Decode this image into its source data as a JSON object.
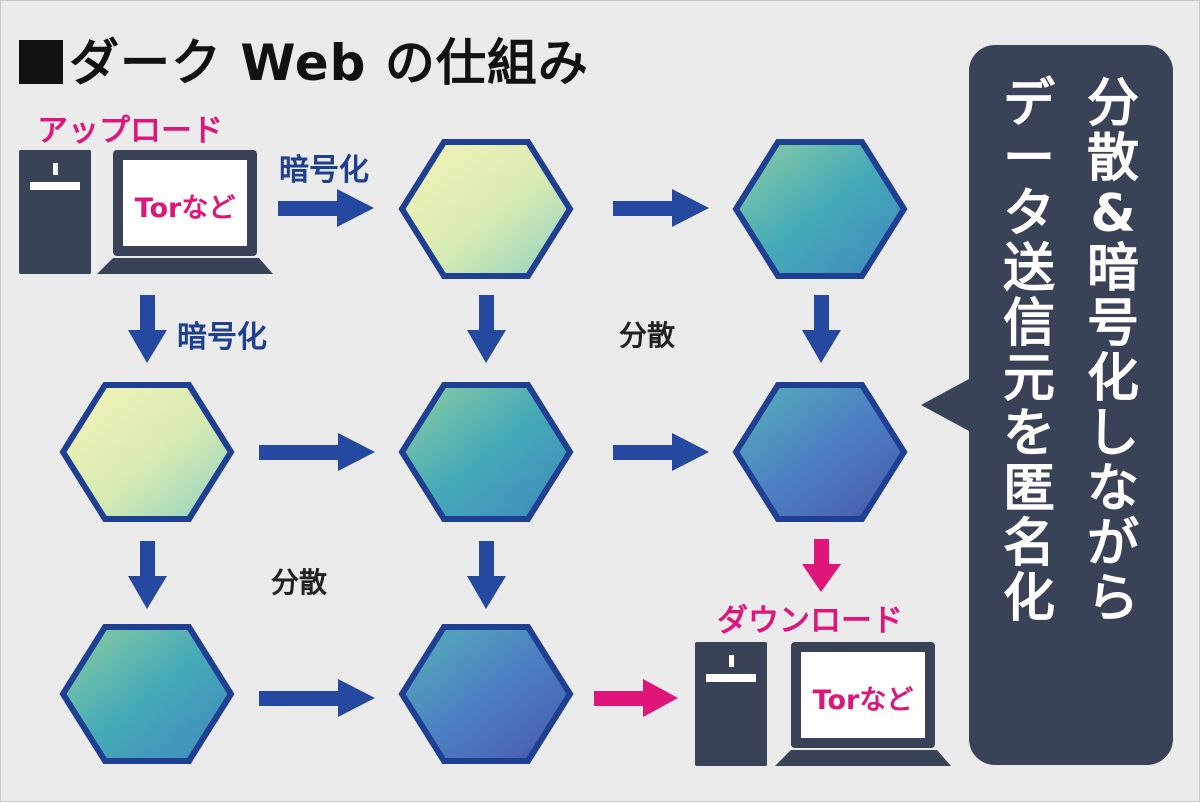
{
  "title": "ダーク Web の仕組み",
  "upload_label": "アップロード",
  "download_label": "ダウンロード",
  "encrypt_label": "暗号化",
  "distribute_label": "分散",
  "client_screen_text": "Torなど",
  "callout": {
    "line1": "分散&暗号化しながら",
    "line2": "データ送信元を匿名化"
  },
  "colors": {
    "hex_border": "#1f3f93",
    "arrow_blue": "#2548a0",
    "arrow_pink": "#e0157a",
    "device": "#3a4257",
    "bubble": "#3a4257",
    "label_pink": "#e0157a",
    "label_blue": "#1f3f8f"
  }
}
